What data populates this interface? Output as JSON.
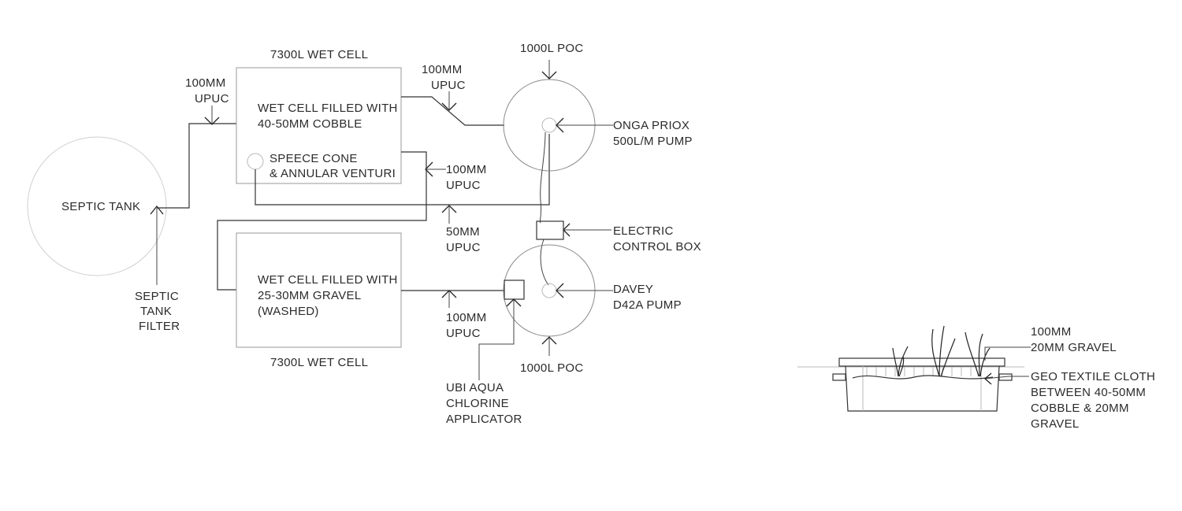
{
  "labels": {
    "septic_tank": "SEPTIC TANK",
    "septic_filter": [
      "SEPTIC",
      "TANK",
      "FILTER"
    ],
    "wet_cell_top_title": "7300L WET CELL",
    "wet_cell_top_fill": [
      "WET CELL FILLED WITH",
      "40-50MM COBBLE"
    ],
    "speece_cone": [
      "SPEECE CONE",
      "& ANNULAR VENTURI"
    ],
    "pipe_inlet": [
      "100MM",
      "UPUC"
    ],
    "pipe_top": [
      "100MM",
      "UPUC"
    ],
    "pipe_return": [
      "100MM",
      "UPUC"
    ],
    "pipe_50": [
      "50MM",
      "UPUC"
    ],
    "pipe_bottom": [
      "100MM",
      "UPUC"
    ],
    "poc_top": "1000L POC",
    "poc_bottom": "1000L POC",
    "onga_pump": [
      "ONGA PRIOX",
      "500L/M PUMP"
    ],
    "control_box": [
      "ELECTRIC",
      "CONTROL BOX"
    ],
    "davey_pump": [
      "DAVEY",
      "D42A PUMP"
    ],
    "wet_cell_bottom_fill": [
      "WET CELL FILLED WITH",
      "25-30MM GRAVEL",
      "(WASHED)"
    ],
    "wet_cell_bottom_title": "7300L WET CELL",
    "chlorine": [
      "UBI AQUA",
      "CHLORINE",
      "APPLICATOR"
    ],
    "section_gravel": [
      "100MM",
      "20MM GRAVEL"
    ],
    "section_geotextile": [
      "GEO TEXTILE CLOTH",
      "BETWEEN 40-50MM",
      "COBBLE & 20MM",
      "GRAVEL"
    ]
  }
}
